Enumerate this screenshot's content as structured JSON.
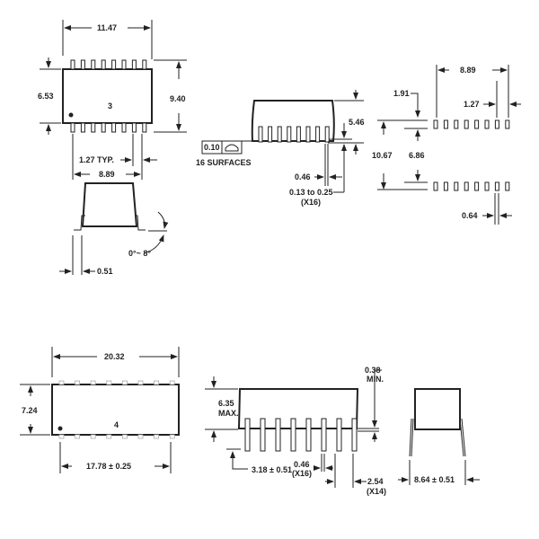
{
  "soic": {
    "width": "11.47",
    "body_height": "6.53",
    "overall_height": "9.40",
    "package_no": "3",
    "pitch": "1.27 TYP.",
    "pin_span": "8.89",
    "lead_width": "0.51",
    "angle": "0°~ 8°",
    "tolerance_value": "0.10",
    "surfaces": "16 SURFACES",
    "height": "5.46",
    "lead_thickness": "0.46",
    "standoff": "0.13 to 0.25",
    "standoff_count": "(X16)"
  },
  "footprint": {
    "span": "8.89",
    "pad_length": "1.91",
    "pitch": "1.27",
    "outer": "10.67",
    "inner": "6.86",
    "pad_width": "0.64"
  },
  "dip": {
    "length": "20.32",
    "width": "7.24",
    "package_no": "4",
    "pin_span": "17.78 ± 0.25",
    "height": "6.35",
    "height_note": "MAX.",
    "standoff": "0.38",
    "standoff_note": "MIN.",
    "lead_length": "3.18 ± 0.51",
    "lead_width": "0.46",
    "lead_width_count": "(X16)",
    "pitch": "2.54",
    "pitch_count": "(X14)",
    "row_spacing": "8.64 ± 0.51"
  }
}
